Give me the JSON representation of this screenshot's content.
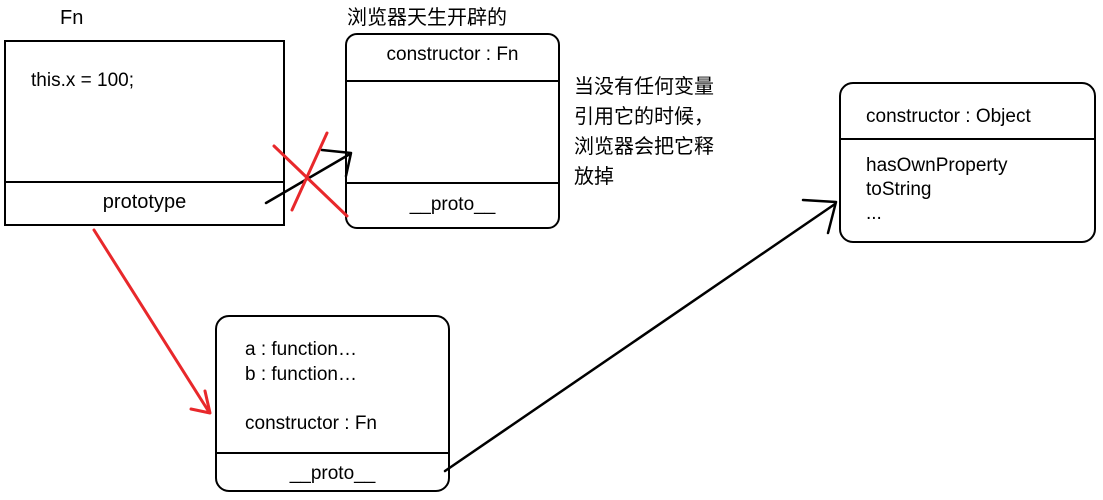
{
  "colors": {
    "ink": "#000000",
    "red": "#e8282b"
  },
  "fn_box": {
    "title": "Fn",
    "body": "this.x = 100;",
    "footer": "prototype"
  },
  "browser_box": {
    "title": "浏览器天生开辟的",
    "header": "constructor : Fn",
    "footer": "__proto__"
  },
  "note": {
    "lines": [
      "当没有任何变量",
      "引用它的时候，",
      "浏览器会把它释",
      "放掉"
    ]
  },
  "object_box": {
    "header": "constructor : Object",
    "members": [
      "hasOwnProperty",
      "toString",
      "..."
    ]
  },
  "proto_obj_box": {
    "members": [
      "a : function…",
      "b : function…"
    ],
    "constructor_line": "constructor : Fn",
    "footer": "__proto__"
  }
}
